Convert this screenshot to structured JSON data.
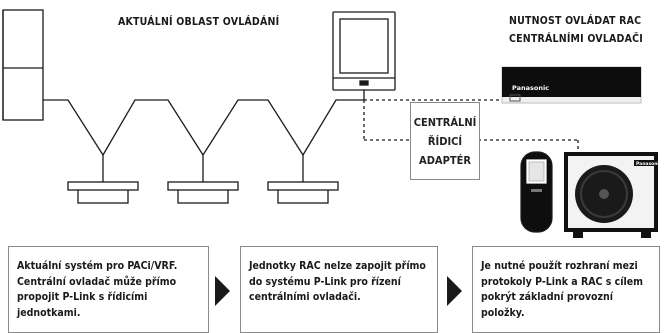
{
  "labels": {
    "current_area": "AKTUÁLNÍ OBLAST OVLÁDÁNÍ",
    "rac_need_line1": "NUTNOST OVLÁDAT RAC",
    "rac_need_line2": "CENTRÁLNÍMI OVLADAČI",
    "adapter_line1": "CENTRÁLNÍ",
    "adapter_line2": "ŘÍDICÍ",
    "adapter_line3": "ADAPTÉR",
    "brand_indoor": "Panasonic",
    "brand_outdoor": "Panasonic"
  },
  "descriptions": [
    {
      "lines": [
        "Aktuální systém pro PACi/VRF.",
        "Centrální ovladač může přímo",
        "propojit P-Link s řídicími",
        "jednotkami."
      ]
    },
    {
      "lines": [
        "Jednotky RAC nelze zapojit přímo",
        "do systému P-Link pro řízení",
        "centrálními ovladači."
      ]
    },
    {
      "lines": [
        "Je nutné použít rozhraní mezi",
        "protokoly P-Link a RAC s cílem",
        "pokrýt základní provozní položky."
      ]
    }
  ],
  "colors": {
    "line": "#1a1a1a",
    "equipment_stroke": "#1a1a1a",
    "ac_body": "#f2f2f2",
    "brand_bar": "#111111",
    "box_border": "#8a8a8a"
  }
}
